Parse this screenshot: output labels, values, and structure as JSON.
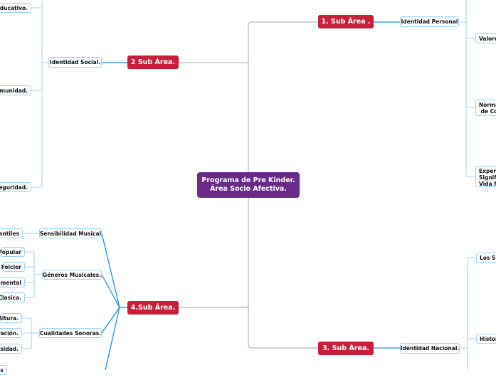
{
  "center": {
    "line1": "Programa de Pre Kinder.",
    "line2": "Área Socio Afectiva."
  },
  "colors": {
    "center": "#6a2a8a",
    "sub_area": "#c8203a",
    "connector_main": "#aaaaaa",
    "connector_branch": "#1e90e0",
    "node_border": "#9fd3f5"
  },
  "sub_areas": [
    {
      "label": "1. Sub Área .",
      "child": "Identidad Personal",
      "leaves": [
        "Valores",
        "Normas\n de Con",
        "Experie\nSignific\nVida far"
      ]
    },
    {
      "label": "2 Sub Área.",
      "child": "Identidad Social.",
      "leaves": [
        "o Educativo.",
        "Comunidad.",
        "e Seguridad."
      ]
    },
    {
      "label": "3. Sub Área.",
      "child": "Identidad Nacional.",
      "leaves": [
        "Los Sin",
        "Historia"
      ]
    },
    {
      "label": "4.Sub Área.",
      "children": [
        {
          "label": "Sensibilidad Musical",
          "leaves": [
            "nfantiles"
          ]
        },
        {
          "label": "Géneros Musicales.",
          "leaves": [
            "Popular",
            "Folclor",
            "trumental",
            "Clasica."
          ]
        },
        {
          "label": "Cualidades Sonoras.",
          "leaves": [
            "Altura.",
            "uración.",
            "ensidad."
          ]
        },
        {
          "label": "",
          "leaves": [
            "es"
          ]
        }
      ]
    }
  ]
}
